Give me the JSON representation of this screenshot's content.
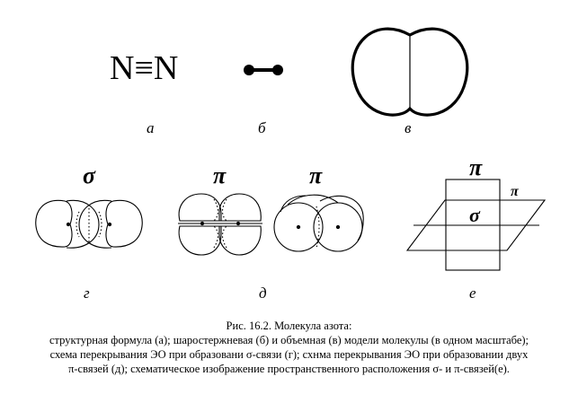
{
  "formula": "N≡N",
  "panel_labels": {
    "a": "а",
    "b": "б",
    "v": "в",
    "g": "г",
    "d": "д",
    "e": "е"
  },
  "symbols": {
    "sigma_g": "σ",
    "pi_d_left": "π",
    "pi_d_right": "π",
    "pi_e_top": "π",
    "pi_e_side": "π",
    "sigma_e": "σ"
  },
  "caption": {
    "line1": "Рис. 16.2. Молекула азота:",
    "line2": "структурная формула (а);  шаростержневая (б) и объемная (в) модели молекулы  (в одном масштабе);",
    "line3": "схема перекрывания ЭО при образовани  σ-связи (г);  схнма перекрывания ЭО при образовании двух",
    "line4": "π-связей (д); схематическое изображение пространственного расположения  σ- и  π-связей(е)."
  }
}
